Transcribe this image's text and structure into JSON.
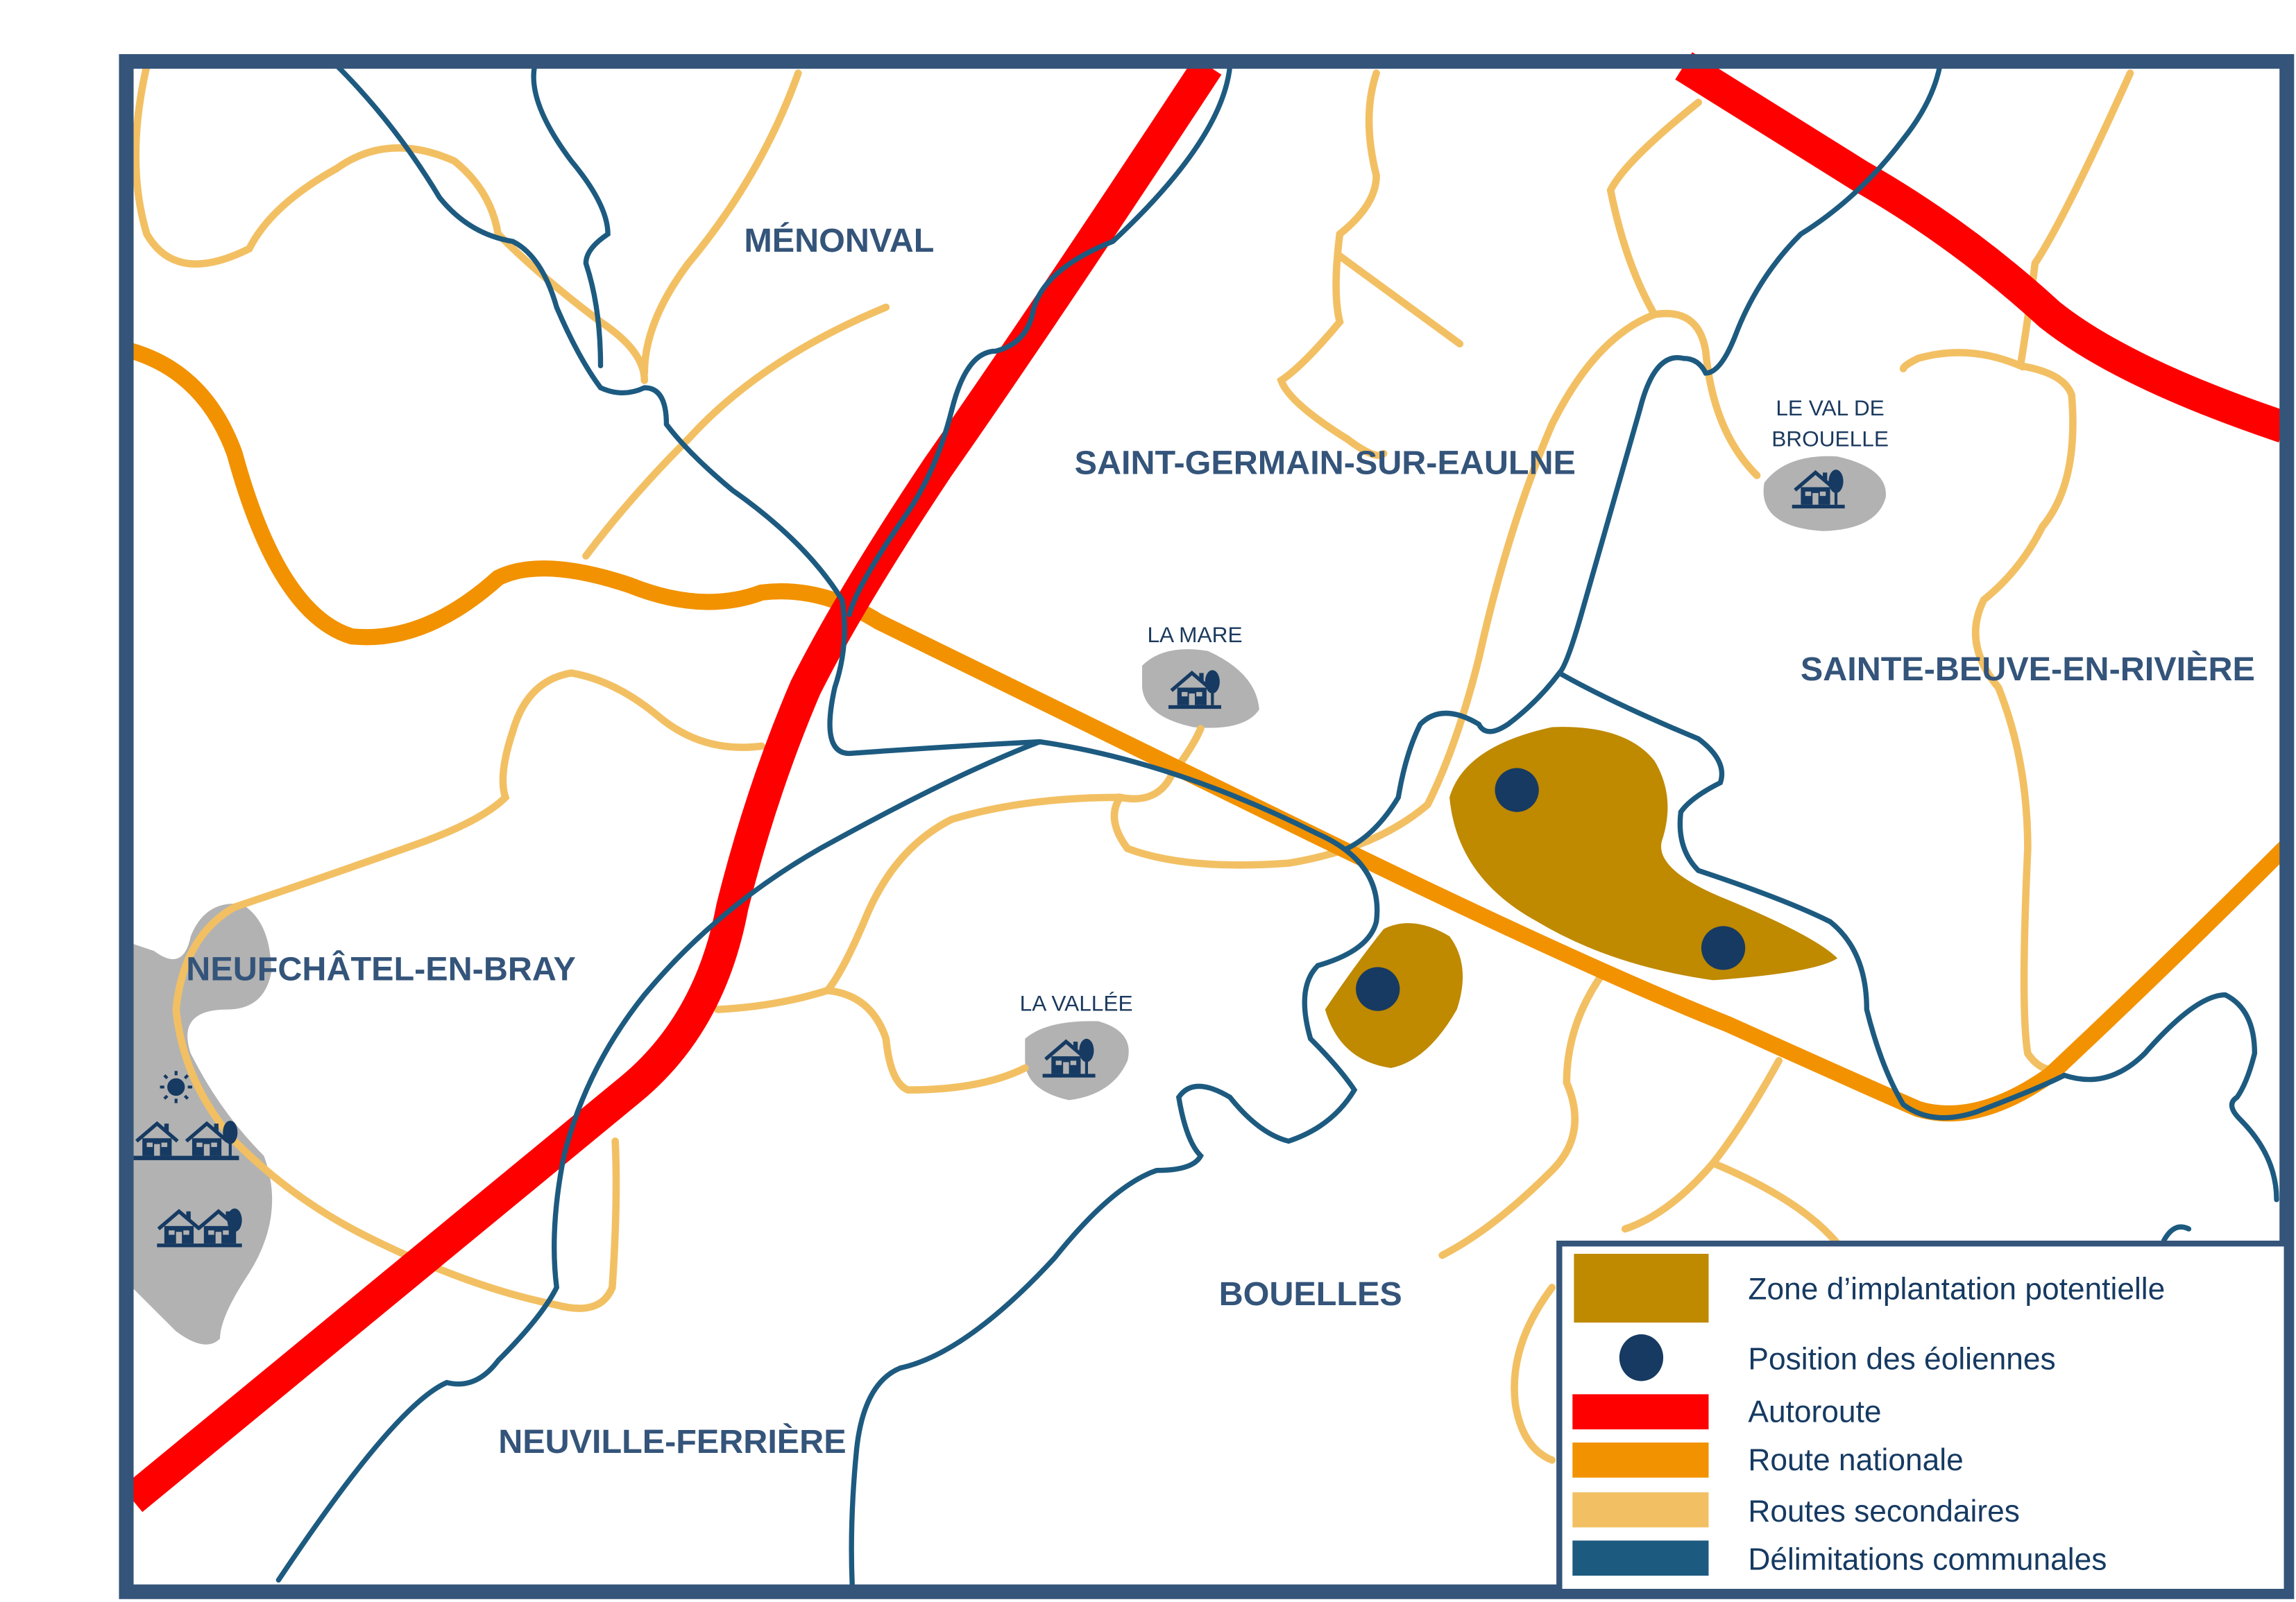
{
  "communes": {
    "menonval": "MÉNONVAL",
    "saint_germain": "SAINT-GERMAIN-SUR-EAULNE",
    "sainte_beuve": "SAINTE-BEUVE-EN-RIVIÈRE",
    "neufchatel": "NEUFCHÂTEL-EN-BRAY",
    "bouelles": "BOUELLES",
    "neuville": "NEUVILLE-FERRIÈRE"
  },
  "hamlets": {
    "val_line1": "LE VAL DE",
    "val_line2": "BROUELLE",
    "mare": "LA MARE",
    "vallee": "LA VALLÉE"
  },
  "legend": {
    "zone": "Zone d’implantation potentielle",
    "turbines": "Position des éoliennes",
    "autoroute": "Autoroute",
    "nationale": "Route nationale",
    "secondaires": "Routes secondaires",
    "communales": "Délimitations communales"
  },
  "colors": {
    "frame": "#34547a",
    "zone": "#bf8900",
    "turbine": "#163a62",
    "autoroute": "#ff0000",
    "nationale": "#f29200",
    "secondaires": "#f2c063",
    "communales": "#1d5a80",
    "urban": "#b2b2b2"
  },
  "turbine_count": 3
}
